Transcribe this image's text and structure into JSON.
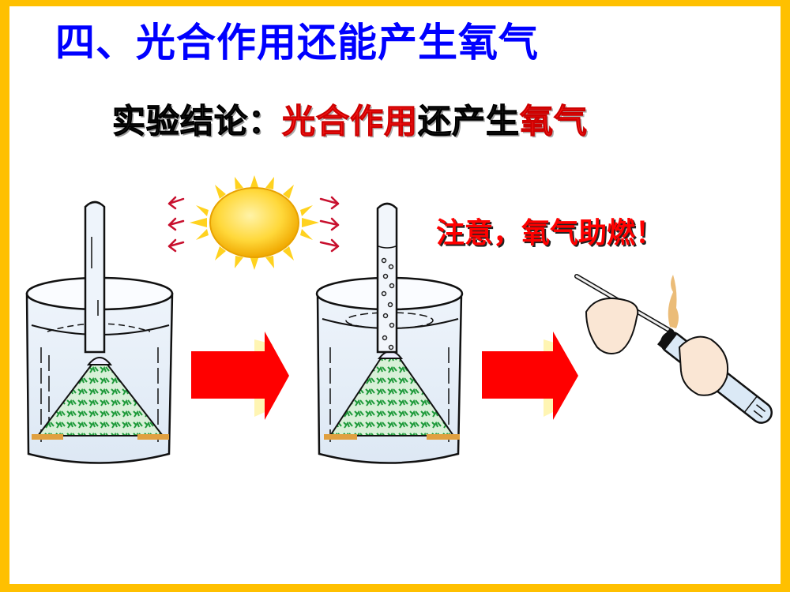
{
  "slide": {
    "border_color": "#FFC000",
    "title": "四、光合作用还能产生氧气",
    "title_color": "#0000FF",
    "conclusion": {
      "label": "实验结论：",
      "part1": "光合作用",
      "part2": "还产生",
      "part3": "氧气",
      "highlight_color": "#FF1A1A"
    },
    "warning": "注意，氧气助燃！",
    "illustrations": {
      "sun": "sun-icon",
      "beaker_1": "beaker-with-funnel-and-plants",
      "beaker_2": "beaker-with-gas-bubbles",
      "arrow_color": "#FF0000",
      "test": "glowing-splint-test"
    }
  }
}
